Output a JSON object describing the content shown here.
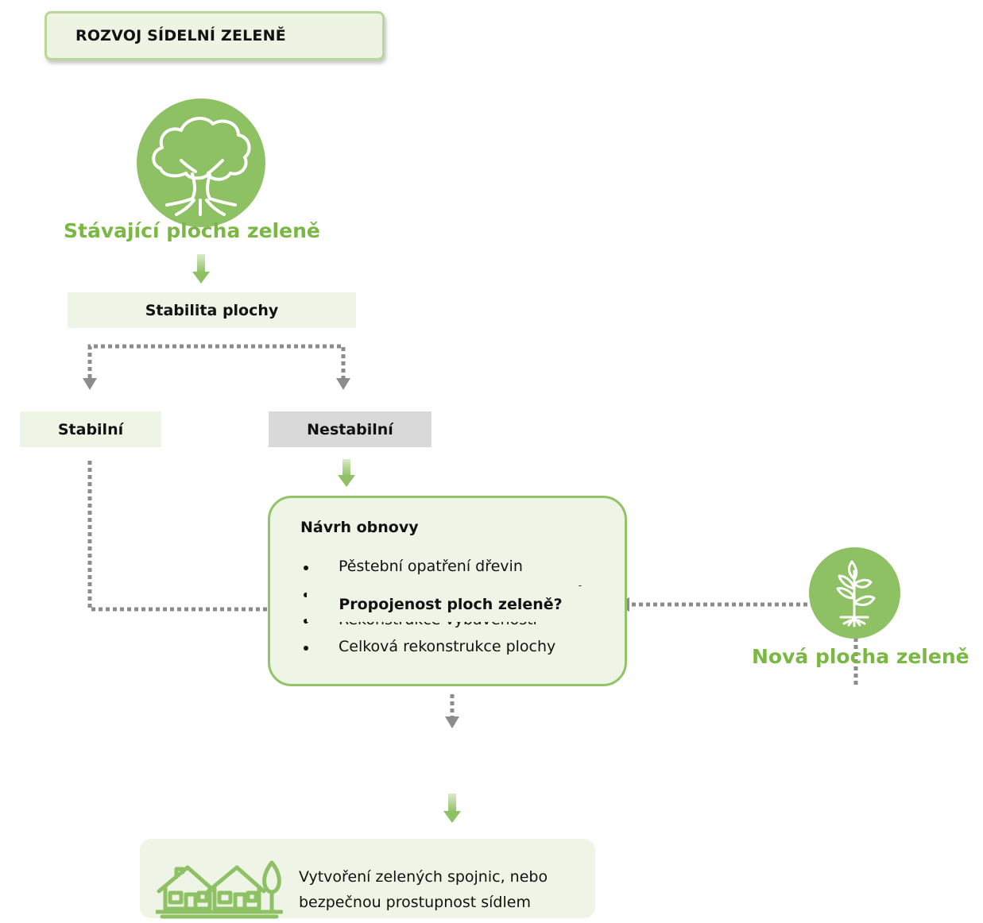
{
  "title": "ROZVOJ SÍDELNÍ ZELENĚ",
  "existing_area_label": "Stávající plocha zeleně",
  "stability_label": "Stabilita plochy",
  "stable_label": "Stabilní",
  "unstable_label": "Nestabilní",
  "proposal": {
    "heading": "Návrh obnovy",
    "items": [
      "Pěstební opatření dřevin",
      "Rekonstrukce vegetačních prvků",
      "Rekonstrukce vybavenosti",
      "Celková rekonstrukce plochy"
    ]
  },
  "new_area_label": "Nová plocha zeleně",
  "connectivity_label": "Propojenost ploch zeleně?",
  "result_text": "Vytvoření zelených spojnic, nebo bezpečnou prostupnost sídlem",
  "icons": {
    "existing_area": "tree-icon",
    "new_area": "seedling-icon",
    "result": "houses-tree-icon"
  },
  "colors": {
    "brand_green": "#7ab843",
    "circle_green": "#8ec064",
    "box_fill": "#eef5e6",
    "dotted_connector": "#8c8c8c"
  }
}
